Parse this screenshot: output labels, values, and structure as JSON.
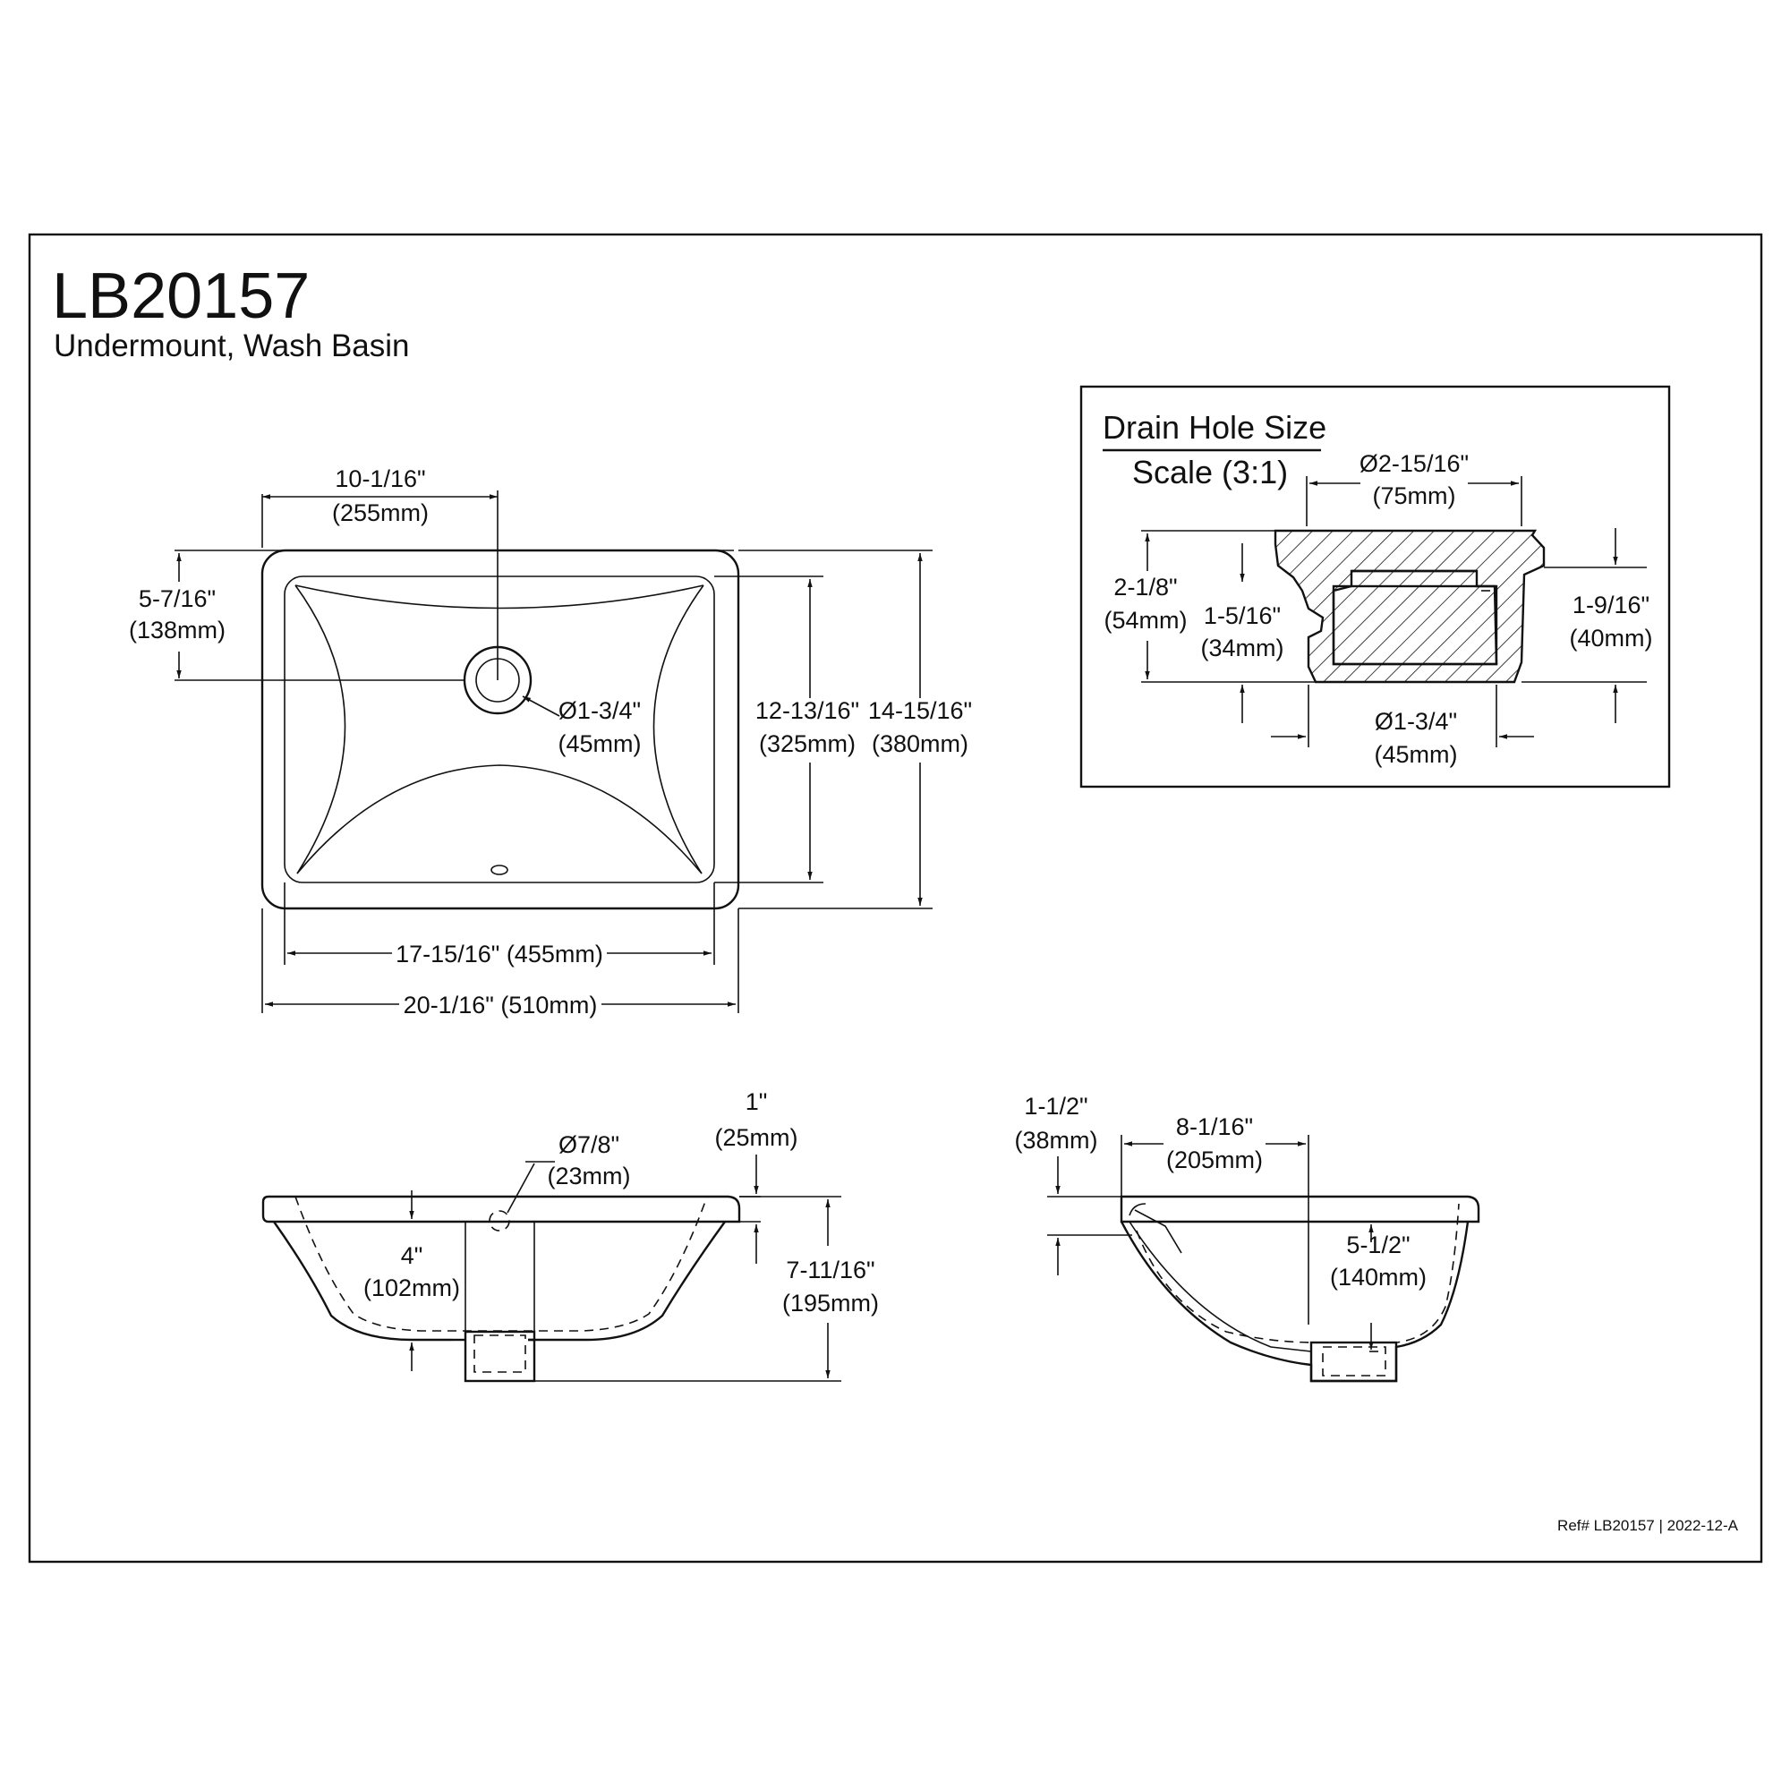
{
  "header": {
    "model": "LB20157",
    "subtitle": "Undermount, Wash Basin"
  },
  "top_view": {
    "drain_offset": {
      "in": "10-1/16\"",
      "mm": "(255mm)"
    },
    "drain_from_back": {
      "in": "5-7/16\"",
      "mm": "(138mm)"
    },
    "drain_dia": {
      "in": "Ø1-3/4\"",
      "mm": "(45mm)"
    },
    "bowl_depth": {
      "in": "12-13/16\"",
      "mm": "(325mm)"
    },
    "overall_depth": {
      "in": "14-15/16\"",
      "mm": "(380mm)"
    },
    "bowl_width": "17-15/16\" (455mm)",
    "overall_width": "20-1/16\" (510mm)"
  },
  "drain_detail": {
    "title": "Drain Hole Size",
    "scale": "Scale (3:1)",
    "top_dia": {
      "in": "Ø2-15/16\"",
      "mm": "(75mm)"
    },
    "total_height": {
      "in": "2-1/8\"",
      "mm": "(54mm)"
    },
    "inner_height": {
      "in": "1-5/16\"",
      "mm": "(34mm)"
    },
    "right_height": {
      "in": "1-9/16\"",
      "mm": "(40mm)"
    },
    "bottom_dia": {
      "in": "Ø1-3/4\"",
      "mm": "(45mm)"
    }
  },
  "front_view": {
    "rim": {
      "in": "1\"",
      "mm": "(25mm)"
    },
    "overflow_dia": {
      "in": "Ø7/8\"",
      "mm": "(23mm)"
    },
    "inner_depth": {
      "in": "4\"",
      "mm": "(102mm)"
    },
    "height": {
      "in": "7-11/16\"",
      "mm": "(195mm)"
    }
  },
  "side_view": {
    "rim": {
      "in": "1-1/2\"",
      "mm": "(38mm)"
    },
    "drain_offset": {
      "in": "8-1/16\"",
      "mm": "(205mm)"
    },
    "depth": {
      "in": "5-1/2\"",
      "mm": "(140mm)"
    }
  },
  "footer": {
    "ref": "Ref# LB20157 | 2022-12-A"
  }
}
